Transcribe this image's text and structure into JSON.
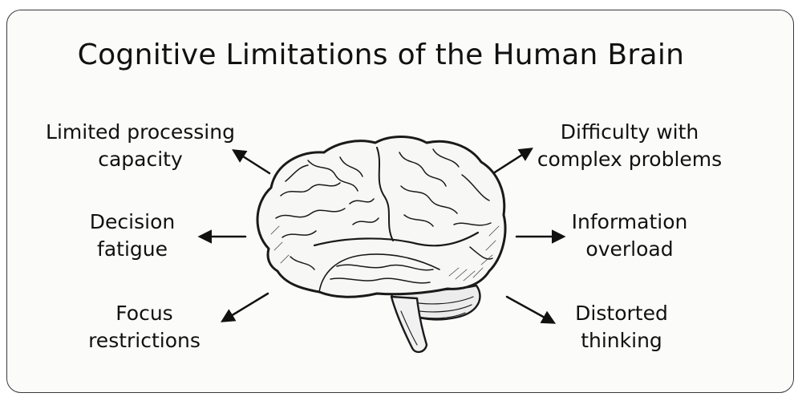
{
  "title": "Cognitive Limitations of the Human Brain",
  "left_items": [
    {
      "line1": "Limited processing",
      "line2": "capacity"
    },
    {
      "line1": "Decision",
      "line2": "fatigue"
    },
    {
      "line1": "Focus",
      "line2": "restrictions"
    }
  ],
  "right_items": [
    {
      "line1": "Difficulty with",
      "line2": "complex problems"
    },
    {
      "line1": "Information",
      "line2": "overload"
    },
    {
      "line1": "Distorted",
      "line2": "thinking"
    }
  ],
  "icons": {
    "center": "brain-icon",
    "arrows": "arrow-icon"
  },
  "colors": {
    "ink": "#111111",
    "border": "#3a3a3a",
    "background": "#fbfbfa"
  }
}
